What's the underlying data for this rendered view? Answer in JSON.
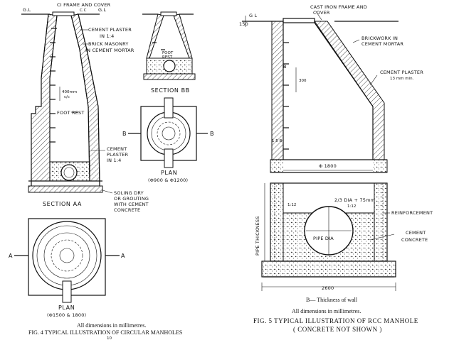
{
  "left": {
    "top_labels": {
      "gl_left": "G.L",
      "frame": "CI FRAME AND COVER",
      "cc": "C.C",
      "gl_right": "G.L"
    },
    "labels": {
      "plaster": "CEMENT PLASTER",
      "plaster_ratio": "IN 1:4",
      "brick1": "BRICK MASONRY",
      "brick2": "IN CEMENT MORTAR",
      "foot_rest_1": "FOOT",
      "foot_rest_2": "REST",
      "spacing_1": "400mm",
      "spacing_2": "c/c",
      "foot_rest": "FOOT REST",
      "plaster2_1": "CEMENT",
      "plaster2_2": "PLASTER",
      "plaster2_3": "IN 1:4",
      "soling_1": "SOLING DRY",
      "soling_2": "OR GROUTING",
      "soling_3": "WITH CEMENT",
      "soling_4": "CONCRETE"
    },
    "section_aa": "SECTION AA",
    "section_bb": "SECTION BB",
    "plan_small_title": "PLAN",
    "plan_small_dims": "(Φ900 & Φ1200)",
    "b_left": "B",
    "b_right": "B",
    "a_left": "A",
    "a_right": "A",
    "plan_large_title": "PLAN",
    "plan_large_dims": "(Φ1500 & 1800)",
    "note": "All dimensions in millimetres.",
    "fig_caption": "FIG. 4  TYPICAL ILLUSTRATION OF CIRCULAR MANHOLES",
    "page_no": "10"
  },
  "right": {
    "gl": "G L",
    "dim_150": "150",
    "frame_1": "CAST IRON FRAME AND",
    "frame_2": "COVER",
    "brick_1": "BRICKWORK IN",
    "brick_2": "CEMENT MORTAR",
    "plaster_1": "CEMENT PLASTER",
    "plaster_2": "13 mm min.",
    "b_mark": "B",
    "dim_300": "300",
    "dim_15b": "1·5 B",
    "dim_1800": "Φ 1800",
    "dia_1": "2/3 DIA + 75mm",
    "dia_2": "1:12",
    "ratio_left": "1:12",
    "reinforcement": "REINFORCEMENT",
    "cement_1": "CEMENT",
    "cement_2": "CONCRETE",
    "pipe_dia": "PIPE DIA",
    "pipe_thickness": "PIPE THICKNESS",
    "dim_2600": "2600",
    "legend": "B— Thickness of wall",
    "note": "All dimensions in millimetres.",
    "fig_caption_1": "FIG. 5  TYPICAL ILLUSTRATION OF RCC MANHOLE",
    "fig_caption_2": "( CONCRETE NOT SHOWN )"
  }
}
